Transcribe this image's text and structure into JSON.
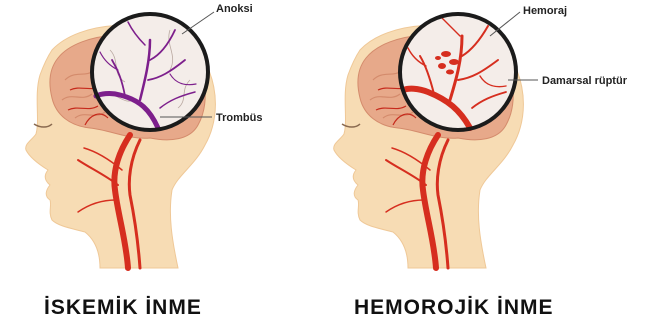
{
  "colors": {
    "skin": "#f7dcb4",
    "skin_shadow": "#efc897",
    "brain": "#e7a98a",
    "artery": "#d62e1f",
    "artery_dark": "#b8231a",
    "thrombus": "#7d1f8c",
    "lens_fill": "#f4ede9",
    "lens_ring": "#1b1b1b"
  },
  "left": {
    "caption": "İSKEMİK İNME",
    "labels": {
      "anoxia": "Anoksi",
      "thrombus": "Trombüs"
    },
    "icon": "ischemic-stroke-head-illustration"
  },
  "right": {
    "caption": "HEMOROJİK İNME",
    "labels": {
      "hemorrhage": "Hemoraj",
      "rupture": "Damarsal rüptür"
    },
    "icon": "hemorrhagic-stroke-head-illustration"
  }
}
